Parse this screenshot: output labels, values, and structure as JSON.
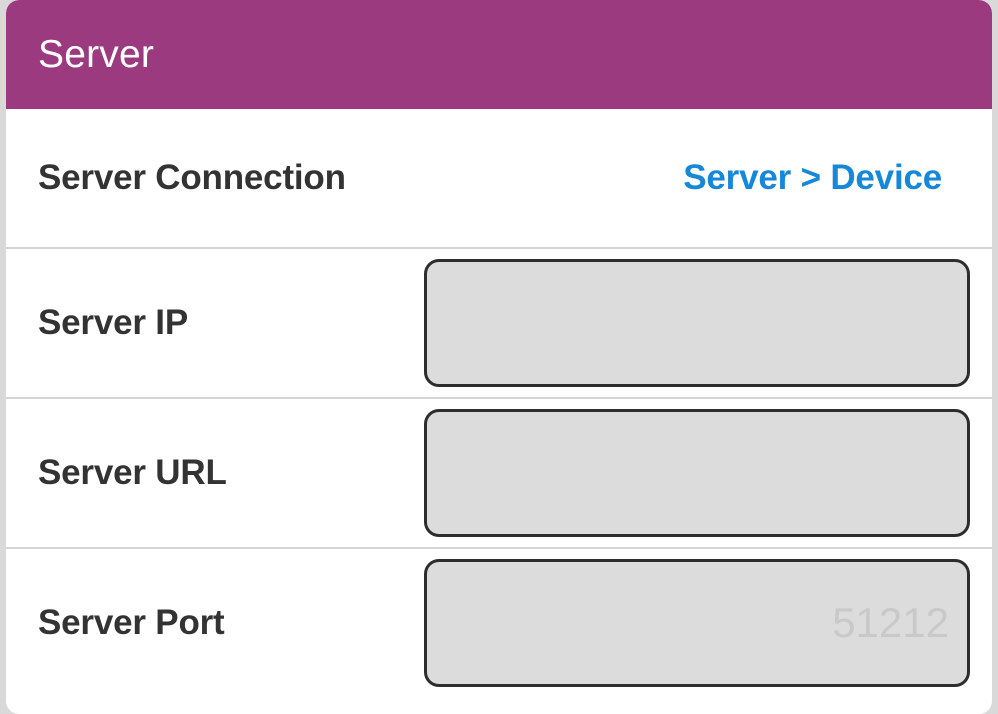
{
  "header": {
    "title": "Server"
  },
  "rows": [
    {
      "type": "value",
      "label": "Server Connection",
      "value": "Server > Device"
    },
    {
      "type": "input",
      "label": "Server IP",
      "value": "",
      "placeholder": ""
    },
    {
      "type": "input",
      "label": "Server URL",
      "value": "",
      "placeholder": ""
    },
    {
      "type": "input",
      "label": "Server Port",
      "value": "",
      "placeholder": "51212"
    }
  ],
  "colors": {
    "header_background": "#9c3a80",
    "header_text": "#ffffff",
    "label_text": "#333333",
    "link_value": "#1787d8",
    "input_background": "#dcdcdc",
    "input_border": "#2d2d2d",
    "placeholder_text": "#c9c9c9",
    "divider": "#d5d5d5",
    "page_background": "#d9d9d9",
    "card_background": "#ffffff"
  }
}
